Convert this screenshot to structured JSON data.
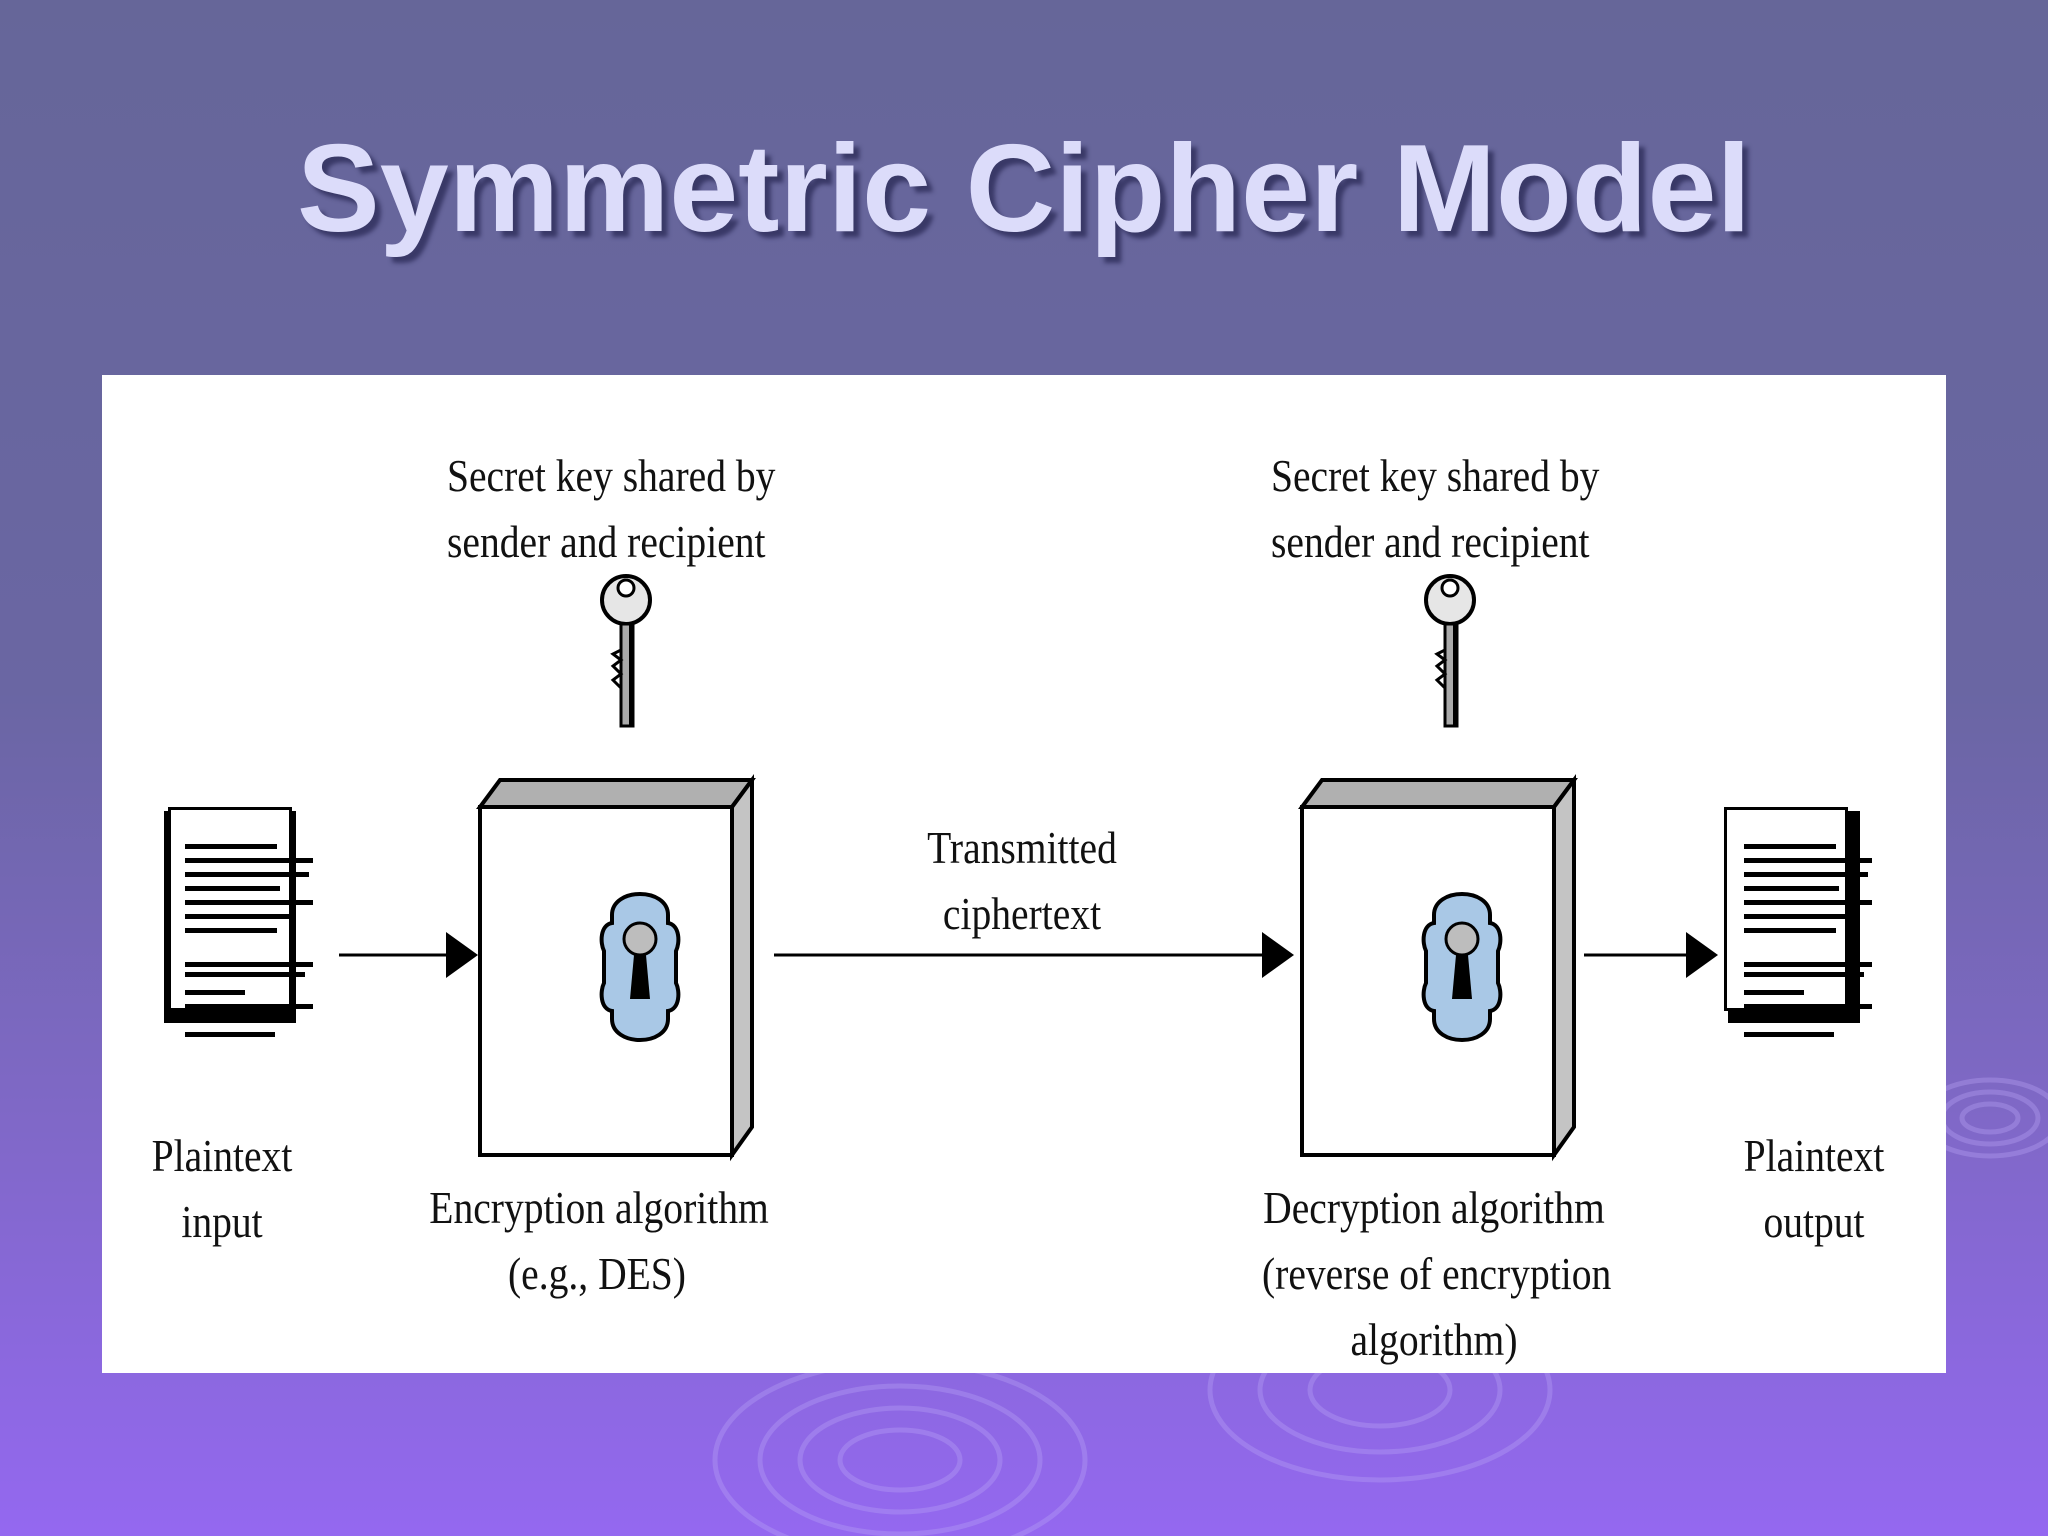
{
  "slide": {
    "title": "Symmetric Cipher Model"
  },
  "diagram": {
    "key_label_left": [
      "Secret key shared by",
      "sender and recipient"
    ],
    "key_label_right": [
      "Secret key shared by",
      "sender and recipient"
    ],
    "plaintext_input": [
      "Plaintext",
      "input"
    ],
    "encryption": [
      "Encryption algorithm",
      "(e.g., DES)"
    ],
    "ciphertext": [
      "Transmitted",
      "ciphertext"
    ],
    "decryption": [
      "Decryption algorithm",
      "(reverse of encryption",
      "algorithm)"
    ],
    "plaintext_output": [
      "Plaintext",
      "output"
    ]
  },
  "colors": {
    "background_top": "#666699",
    "background_bottom": "#9468f0",
    "title": "#dcdcfa",
    "lock_plate": "#a9c8e6",
    "box_side": "#bdbdbd"
  }
}
